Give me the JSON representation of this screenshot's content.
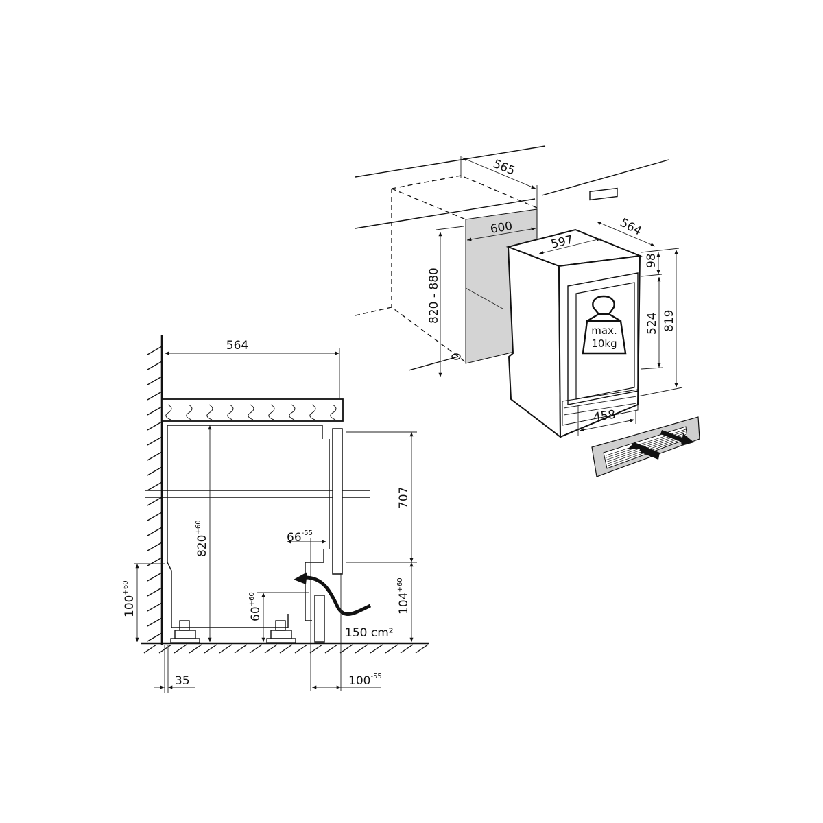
{
  "side_view": {
    "width_top": "564",
    "height_door": "707",
    "height_niche": {
      "base": "820",
      "tol": "+60"
    },
    "plinth_left": {
      "base": "100",
      "tol": "+60"
    },
    "plinth_right": {
      "base": "104",
      "tol": "+60"
    },
    "foot_height": {
      "base": "60",
      "tol": "+60"
    },
    "gap_front": {
      "base": "66",
      "tol": "-55"
    },
    "vent_area": "150 cm²",
    "wall_gap": "35",
    "plinth_depth": {
      "base": "100",
      "tol": "-55"
    }
  },
  "iso_view": {
    "niche_depth": "565",
    "niche_width": "600",
    "niche_height": "820 - 880",
    "appliance_width": "597",
    "appliance_depth": "564",
    "top_offset": "98",
    "door_height": "524",
    "appliance_height": "819",
    "plinth_width": "458",
    "weight_label_1": "max.",
    "weight_label_2": "10kg"
  },
  "colors": {
    "line": "#111111",
    "niche_fill": "#d4d4d4",
    "grille_fill": "#cfcfcf"
  }
}
